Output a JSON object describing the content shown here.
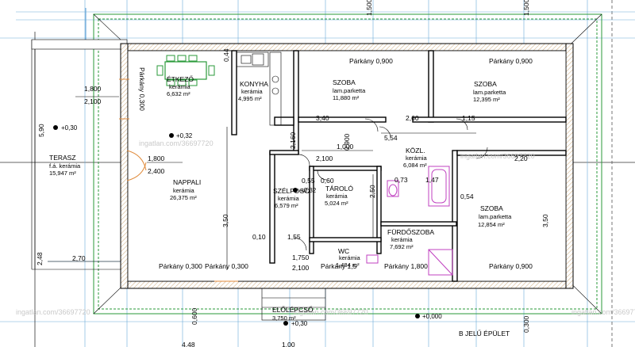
{
  "rooms": {
    "etkezo": {
      "name": "ÉTKEZŐ",
      "floor": "kerámia",
      "area": "6,632 m²"
    },
    "konyha": {
      "name": "KONYHA",
      "floor": "kerámia",
      "area": "4,995 m²"
    },
    "szoba1": {
      "name": "SZOBA",
      "floor": "lam.parketta",
      "area": "11,880 m²"
    },
    "szoba2": {
      "name": "SZOBA",
      "floor": "lam.parketta",
      "area": "12,395 m²"
    },
    "terasz": {
      "name": "TERASZ",
      "floor": "f.á. kerámia",
      "area": "15,947 m²"
    },
    "nappali": {
      "name": "NAPPALI",
      "floor": "kerámia",
      "area": "26,375 m²"
    },
    "kozl": {
      "name": "KÖZL.",
      "floor": "kerámia",
      "area": "6,084 m²"
    },
    "szoba3": {
      "name": "SZOBA",
      "floor": "lam.parketta",
      "area": "12,854 m²"
    },
    "szelfogo": {
      "name": "SZÉLFOGÓ",
      "floor": "kerámia",
      "area": "6,579 m²"
    },
    "tarolo": {
      "name": "TÁROLÓ",
      "floor": "kerámia",
      "area": "5,024 m²"
    },
    "furdo": {
      "name": "FÜRDŐSZOBA",
      "floor": "kerámia",
      "area": "7,692 m²"
    },
    "wc": {
      "name": "WC",
      "floor": "kerámia",
      "area": "1,484 m²"
    },
    "elolepcso": {
      "name": "ELŐLÉPCSŐ",
      "floor": "",
      "area": "3,750 m²"
    }
  },
  "parkany": [
    "Párkány 0,900",
    "Párkány 0,900",
    "Párkány 0,300",
    "Párkány 0,300",
    "Párkány 1,5",
    "Párkány 1,800",
    "Párkány 0,900",
    "Párkány 0,300"
  ],
  "levels": [
    "+0,30",
    "+0,32",
    "+0,32",
    "+0,30",
    "+0,000"
  ],
  "dims": {
    "d1800a": "1,800",
    "d2100a": "2,100",
    "d1800b": "1,800",
    "d2400": "2,400",
    "d2100b": "2,100",
    "d2100c": "2,100",
    "d340": "3,40",
    "d260": "2,60",
    "d554": "5,54",
    "d115": "1,15",
    "d270": "2,70",
    "d248": "2,48",
    "d590": "5,90",
    "d350a": "3,50",
    "d350b": "3,50",
    "d250": "2,50",
    "d155": "1,55",
    "d1750": "1,750",
    "d055": "0,55",
    "d060": "0,60",
    "d073": "0,73",
    "d147": "1,47",
    "d054": "0,54",
    "d220": "2,20",
    "d010": "0,10",
    "d1000": "1,000",
    "d0900": "0,900",
    "d2160": "2,160",
    "d0300": "0,300",
    "d1500": "1,500",
    "d1500b": "1,500",
    "d0440": "0,44",
    "d448": "4,48",
    "d100": "1,00",
    "d0600": "0,600"
  },
  "watermark": "ingatlan.com/36697720",
  "footer_label": "B JELŰ ÉPÜLET"
}
